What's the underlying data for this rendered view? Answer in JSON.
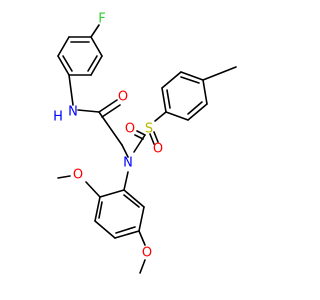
{
  "molecule": {
    "colors": {
      "bond": "#000000",
      "carbon": "#000000",
      "nitrogen": "#0000ff",
      "oxygen": "#ff0000",
      "sulfur": "#b8b800",
      "fluorine": "#33cc33"
    },
    "labels": {
      "fluorine": "F",
      "amide_nitrogen": "N",
      "amide_hydrogen": "H",
      "carbonyl_oxygen": "O",
      "sulfonamide_nitrogen": "N",
      "sulfur": "S",
      "sulfonyl_oxygen_left": "O",
      "sulfonyl_oxygen_right": "O",
      "methoxy_oxygen_top": "O",
      "methoxy_oxygen_bottom": "O"
    }
  }
}
